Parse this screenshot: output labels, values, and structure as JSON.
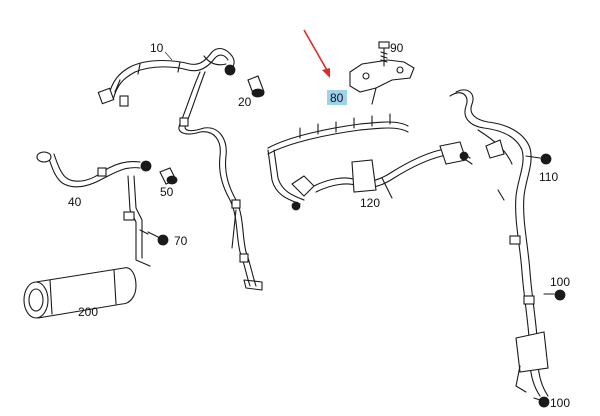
{
  "callouts": {
    "c10": "10",
    "c20": "20",
    "c40": "40",
    "c50": "50",
    "c70": "70",
    "c80": "80",
    "c90": "90",
    "c100a": "100",
    "c100b": "100",
    "c110": "110",
    "c120": "120",
    "c200": "200"
  },
  "highlight": {
    "part": "80",
    "box_color": "#9fd0ec",
    "arrow_color": "#e02a2a"
  }
}
